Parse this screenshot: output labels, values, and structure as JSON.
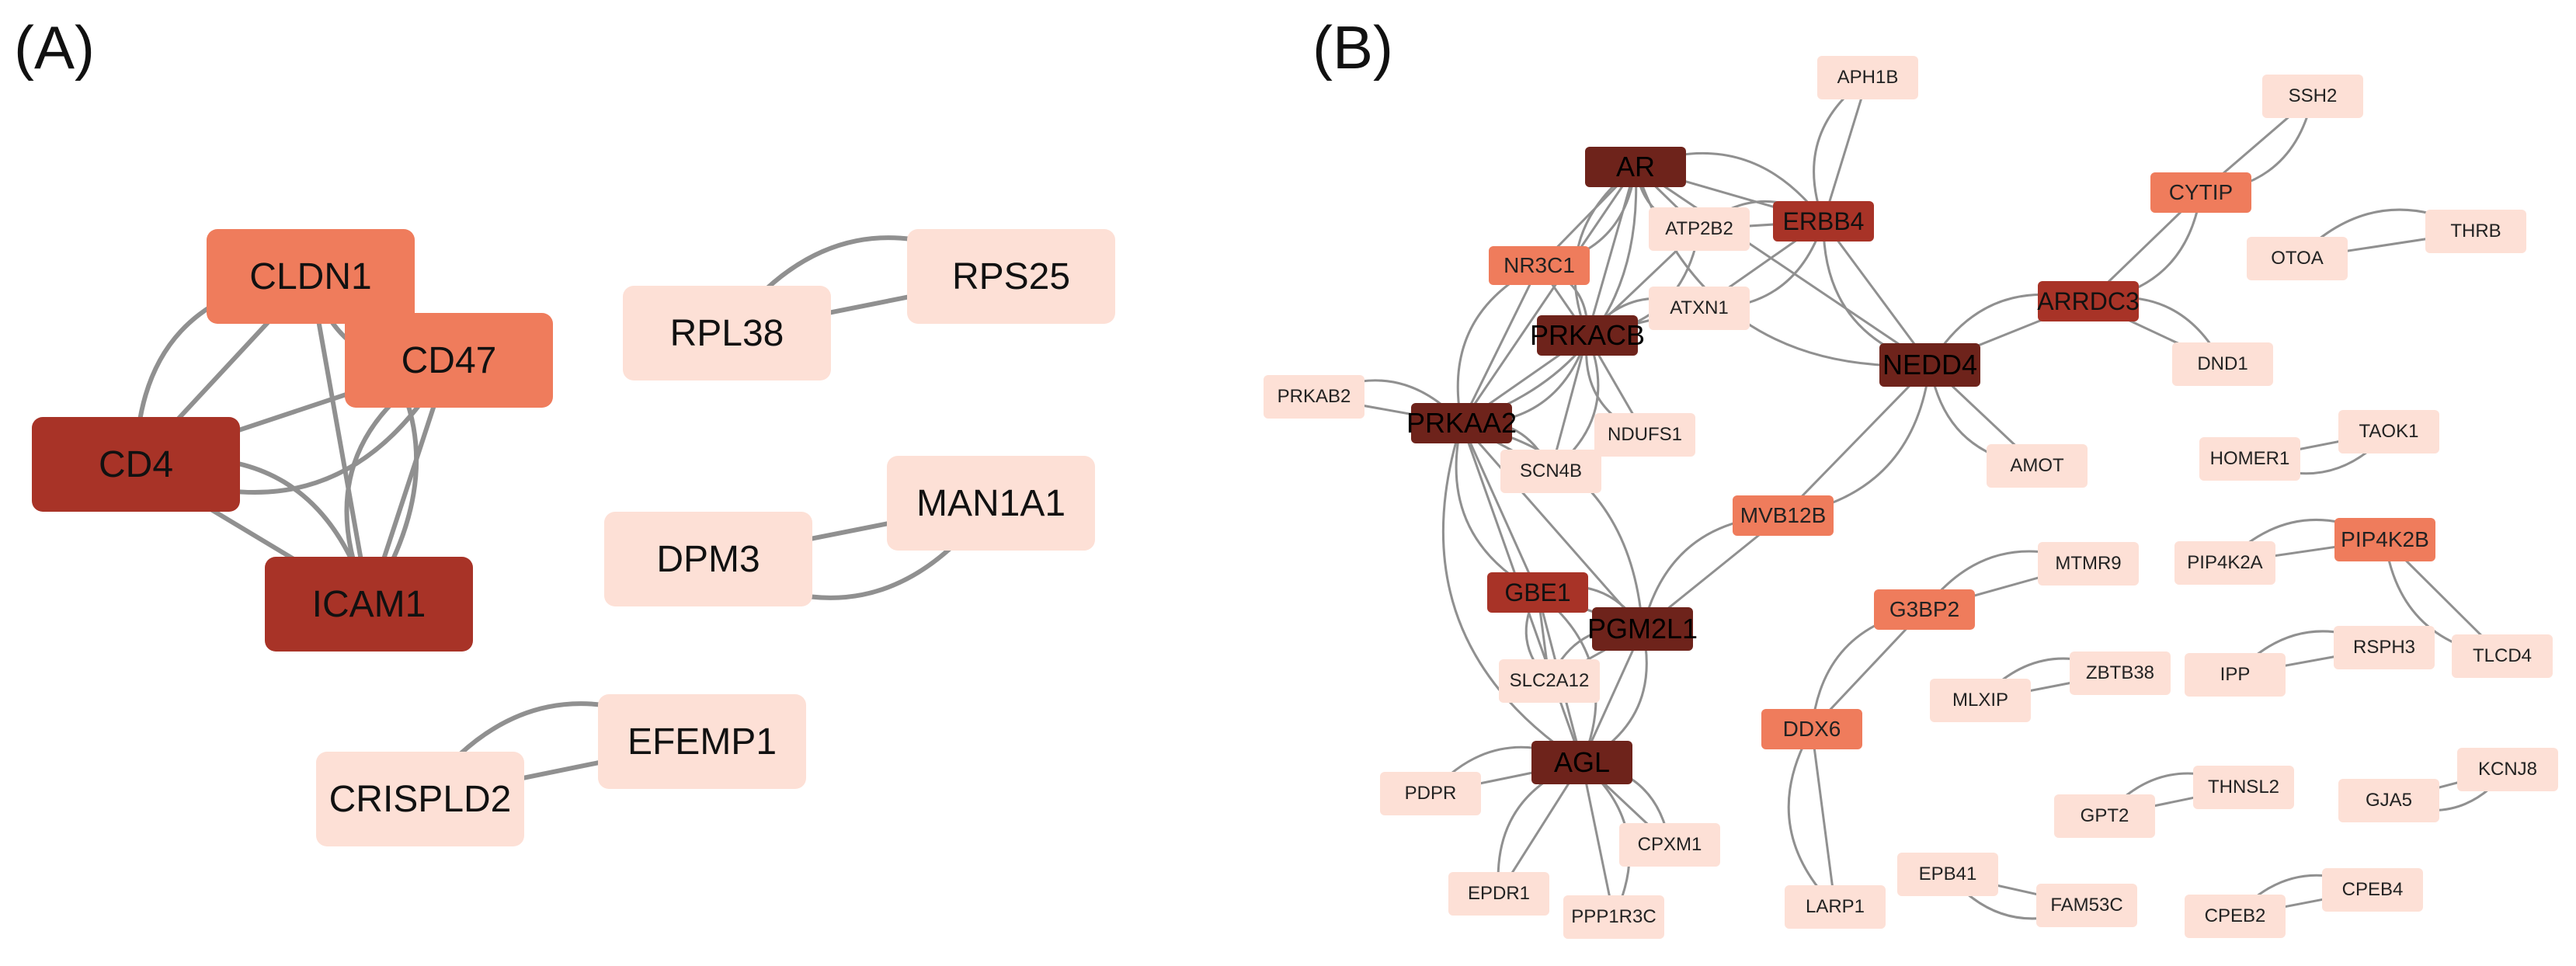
{
  "panels": [
    {
      "id": "A",
      "label": "(A)"
    },
    {
      "id": "B",
      "label": "(B)"
    }
  ],
  "colors": {
    "level1": "#fde0d6",
    "level2": "#ef7c5c",
    "level3": "#c9412f",
    "level4": "#a83327",
    "level5": "#6e231b",
    "edge": "#909090"
  },
  "networks": {
    "A": {
      "nodes": [
        {
          "id": "CLDN1",
          "label": "CLDN1",
          "level": 2
        },
        {
          "id": "CD47",
          "label": "CD47",
          "level": 2
        },
        {
          "id": "CD4",
          "label": "CD4",
          "level": 4
        },
        {
          "id": "ICAM1",
          "label": "ICAM1",
          "level": 4
        },
        {
          "id": "RPL38",
          "label": "RPL38",
          "level": 1
        },
        {
          "id": "RPS25",
          "label": "RPS25",
          "level": 1
        },
        {
          "id": "DPM3",
          "label": "DPM3",
          "level": 1
        },
        {
          "id": "MAN1A1",
          "label": "MAN1A1",
          "level": 1
        },
        {
          "id": "EFEMP1",
          "label": "EFEMP1",
          "level": 1
        },
        {
          "id": "CRISPLD2",
          "label": "CRISPLD2",
          "level": 1
        }
      ],
      "edges": [
        [
          "CD4",
          "CLDN1"
        ],
        [
          "CD4",
          "CD47"
        ],
        [
          "CD4",
          "ICAM1"
        ],
        [
          "CLDN1",
          "CD47"
        ],
        [
          "CLDN1",
          "ICAM1"
        ],
        [
          "CD47",
          "ICAM1"
        ],
        [
          "RPL38",
          "RPS25"
        ],
        [
          "DPM3",
          "MAN1A1"
        ],
        [
          "CRISPLD2",
          "EFEMP1"
        ]
      ]
    },
    "B": {
      "nodes": [
        {
          "id": "AR",
          "label": "AR",
          "level": 5
        },
        {
          "id": "APH1B",
          "label": "APH1B",
          "level": 1
        },
        {
          "id": "ERBB4",
          "label": "ERBB4",
          "level": 4
        },
        {
          "id": "ATP2B2",
          "label": "ATP2B2",
          "level": 1
        },
        {
          "id": "ATXN1",
          "label": "ATXN1",
          "level": 1
        },
        {
          "id": "NR3C1",
          "label": "NR3C1",
          "level": 2
        },
        {
          "id": "PRKACB",
          "label": "PRKACB",
          "level": 5
        },
        {
          "id": "PRKAB2",
          "label": "PRKAB2",
          "level": 1
        },
        {
          "id": "PRKAA2",
          "label": "PRKAA2",
          "level": 5
        },
        {
          "id": "SCN4B",
          "label": "SCN4B",
          "level": 1
        },
        {
          "id": "NDUFS1",
          "label": "NDUFS1",
          "level": 1
        },
        {
          "id": "NEDD4",
          "label": "NEDD4",
          "level": 5
        },
        {
          "id": "AMOT",
          "label": "AMOT",
          "level": 1
        },
        {
          "id": "ARRDC3",
          "label": "ARRDC3",
          "level": 4
        },
        {
          "id": "CYTIP",
          "label": "CYTIP",
          "level": 2
        },
        {
          "id": "SSH2",
          "label": "SSH2",
          "level": 1
        },
        {
          "id": "DND1",
          "label": "DND1",
          "level": 1
        },
        {
          "id": "OTOA",
          "label": "OTOA",
          "level": 1
        },
        {
          "id": "THRB",
          "label": "THRB",
          "level": 1
        },
        {
          "id": "HOMER1",
          "label": "HOMER1",
          "level": 1
        },
        {
          "id": "TAOK1",
          "label": "TAOK1",
          "level": 1
        },
        {
          "id": "PIP4K2A",
          "label": "PIP4K2A",
          "level": 1
        },
        {
          "id": "PIP4K2B",
          "label": "PIP4K2B",
          "level": 2
        },
        {
          "id": "TLCD4",
          "label": "TLCD4",
          "level": 1
        },
        {
          "id": "IPP",
          "label": "IPP",
          "level": 1
        },
        {
          "id": "RSPH3",
          "label": "RSPH3",
          "level": 1
        },
        {
          "id": "GJA5",
          "label": "GJA5",
          "level": 1
        },
        {
          "id": "KCNJ8",
          "label": "KCNJ8",
          "level": 1
        },
        {
          "id": "CPEB2",
          "label": "CPEB2",
          "level": 1
        },
        {
          "id": "CPEB4",
          "label": "CPEB4",
          "level": 1
        },
        {
          "id": "MVB12B",
          "label": "MVB12B",
          "level": 2
        },
        {
          "id": "MTMR9",
          "label": "MTMR9",
          "level": 1
        },
        {
          "id": "G3BP2",
          "label": "G3BP2",
          "level": 2
        },
        {
          "id": "MLXIP",
          "label": "MLXIP",
          "level": 1
        },
        {
          "id": "ZBTB38",
          "label": "ZBTB38",
          "level": 1
        },
        {
          "id": "DDX6",
          "label": "DDX6",
          "level": 2
        },
        {
          "id": "GPT2",
          "label": "GPT2",
          "level": 1
        },
        {
          "id": "THNSL2",
          "label": "THNSL2",
          "level": 1
        },
        {
          "id": "EPB41",
          "label": "EPB41",
          "level": 1
        },
        {
          "id": "FAM53C",
          "label": "FAM53C",
          "level": 1
        },
        {
          "id": "LARP1",
          "label": "LARP1",
          "level": 1
        },
        {
          "id": "GBE1",
          "label": "GBE1",
          "level": 4
        },
        {
          "id": "PGM2L1",
          "label": "PGM2L1",
          "level": 5
        },
        {
          "id": "SLC2A12",
          "label": "SLC2A12",
          "level": 1
        },
        {
          "id": "AGL",
          "label": "AGL",
          "level": 5
        },
        {
          "id": "PDPR",
          "label": "PDPR",
          "level": 1
        },
        {
          "id": "CPXM1",
          "label": "CPXM1",
          "level": 1
        },
        {
          "id": "EPDR1",
          "label": "EPDR1",
          "level": 1
        },
        {
          "id": "PPP1R3C",
          "label": "PPP1R3C",
          "level": 1
        }
      ],
      "edges": [
        [
          "AR",
          "ERBB4"
        ],
        [
          "AR",
          "ATP2B2"
        ],
        [
          "AR",
          "NR3C1"
        ],
        [
          "AR",
          "PRKACB"
        ],
        [
          "AR",
          "PRKAA2"
        ],
        [
          "AR",
          "NEDD4"
        ],
        [
          "ERBB4",
          "APH1B"
        ],
        [
          "ERBB4",
          "ATP2B2"
        ],
        [
          "ERBB4",
          "ATXN1"
        ],
        [
          "ERBB4",
          "NEDD4"
        ],
        [
          "NR3C1",
          "PRKACB"
        ],
        [
          "NR3C1",
          "PRKAA2"
        ],
        [
          "PRKACB",
          "PRKAA2"
        ],
        [
          "PRKACB",
          "NDUFS1"
        ],
        [
          "PRKACB",
          "SCN4B"
        ],
        [
          "PRKACB",
          "ATP2B2"
        ],
        [
          "PRKACB",
          "ATXN1"
        ],
        [
          "PRKAA2",
          "PRKAB2"
        ],
        [
          "PRKAA2",
          "SCN4B"
        ],
        [
          "PRKAA2",
          "GBE1"
        ],
        [
          "PRKAA2",
          "PGM2L1"
        ],
        [
          "PRKAA2",
          "AGL"
        ],
        [
          "NEDD4",
          "ARRDC3"
        ],
        [
          "NEDD4",
          "AMOT"
        ],
        [
          "NEDD4",
          "MVB12B"
        ],
        [
          "ARRDC3",
          "CYTIP"
        ],
        [
          "ARRDC3",
          "DND1"
        ],
        [
          "CYTIP",
          "SSH2"
        ],
        [
          "OTOA",
          "THRB"
        ],
        [
          "HOMER1",
          "TAOK1"
        ],
        [
          "PIP4K2A",
          "PIP4K2B"
        ],
        [
          "PIP4K2B",
          "TLCD4"
        ],
        [
          "IPP",
          "RSPH3"
        ],
        [
          "GJA5",
          "KCNJ8"
        ],
        [
          "CPEB2",
          "CPEB4"
        ],
        [
          "MVB12B",
          "PGM2L1"
        ],
        [
          "G3BP2",
          "MTMR9"
        ],
        [
          "G3BP2",
          "DDX6"
        ],
        [
          "MLXIP",
          "ZBTB38"
        ],
        [
          "DDX6",
          "LARP1"
        ],
        [
          "GPT2",
          "THNSL2"
        ],
        [
          "EPB41",
          "FAM53C"
        ],
        [
          "GBE1",
          "PGM2L1"
        ],
        [
          "GBE1",
          "SLC2A12"
        ],
        [
          "GBE1",
          "AGL"
        ],
        [
          "PGM2L1",
          "SLC2A12"
        ],
        [
          "PGM2L1",
          "AGL"
        ],
        [
          "AGL",
          "PDPR"
        ],
        [
          "AGL",
          "CPXM1"
        ],
        [
          "AGL",
          "EPDR1"
        ],
        [
          "AGL",
          "PPP1R3C"
        ]
      ]
    }
  }
}
